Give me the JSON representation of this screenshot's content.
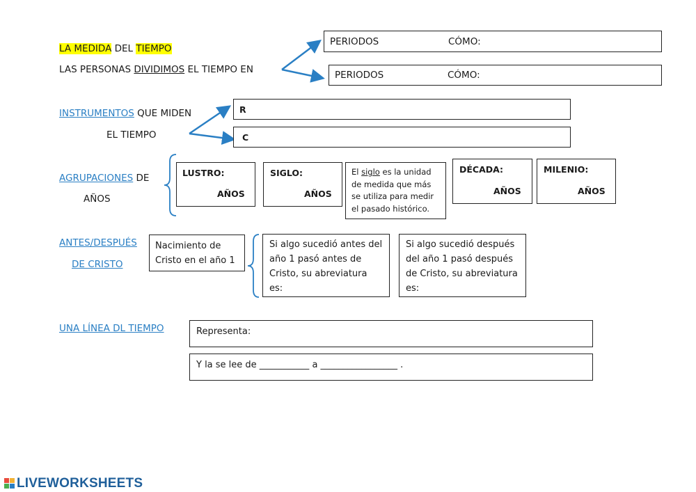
{
  "title": {
    "word1": "LA MEDIDA",
    "word2": "DEL",
    "word3": "TIEMPO"
  },
  "division": {
    "prefix": "LAS PERSONAS ",
    "verb": "DIVIDIMOS",
    "suffix": " EL TIEMPO EN"
  },
  "periods": [
    {
      "label": "PERIODOS",
      "how": "CÓMO:"
    },
    {
      "label": "PERIODOS",
      "how": "CÓMO:"
    }
  ],
  "instruments": {
    "link": "INSTRUMENTOS",
    "rest": " QUE MIDEN",
    "line2": "EL TIEMPO",
    "box1": "R",
    "box2": "C"
  },
  "groupings": {
    "link": "AGRUPACIONES",
    "rest": " DE",
    "line2": "AÑOS",
    "lustro": {
      "name": "LUSTRO:",
      "unit": "AÑOS"
    },
    "siglo": {
      "name": "SIGLO:",
      "unit": "AÑOS"
    },
    "note": {
      "pre": "El ",
      "word": "siglo",
      "post": " es la unidad de medida que más se utiliza para medir el pasado histórico."
    },
    "decada": {
      "name": "DÉCADA:",
      "unit": "AÑOS"
    },
    "milenio": {
      "name": "MILENIO:",
      "unit": "AÑOS"
    }
  },
  "christ": {
    "link1": "ANTES/DESPUÉS",
    "link2": "DE CRISTO",
    "birth": "Nacimiento de Cristo en el año 1",
    "before": "Si algo sucedió antes del año 1 pasó antes de Cristo, su abreviatura es:",
    "after": "Si algo sucedió después del año 1 pasó después de Cristo, su abreviatura es:"
  },
  "timeline": {
    "link": "UNA LÍNEA DL TIEMPO",
    "represents": "Representa:",
    "reads": "Y la se lee de ___________ a _________________ ."
  },
  "brand": {
    "name": "LIVEWORKSHEETS"
  },
  "colors": {
    "accent": "#2a7fc4",
    "highlight": "#ffff00",
    "brand": "#1f5f9a"
  }
}
